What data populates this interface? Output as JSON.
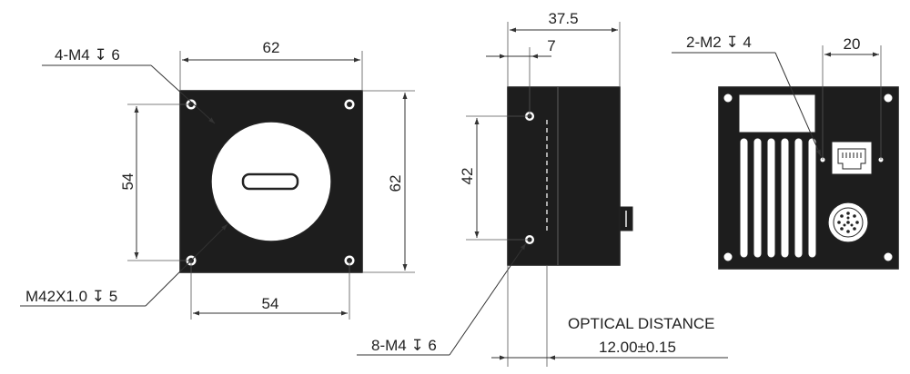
{
  "front_view": {
    "width_top": "62",
    "height_left": "54",
    "height_right": "62",
    "width_bottom": "54",
    "callout_top": "4-M4 ↧ 6",
    "callout_bottom": "M42X1.0 ↧ 5"
  },
  "side_view": {
    "length_total": "37.5",
    "offset_front": "7",
    "hole_pitch": "42",
    "callout_holes": "8-M4 ↧ 6",
    "optical_title": "OPTICAL DISTANCE",
    "optical_value": "12.00±0.15"
  },
  "rear_view": {
    "callout_holes": "2-M2 ↧ 4",
    "offset_right": "20"
  },
  "colors": {
    "body": "#1d1d1d",
    "line": "#333333",
    "background": "#ffffff"
  }
}
